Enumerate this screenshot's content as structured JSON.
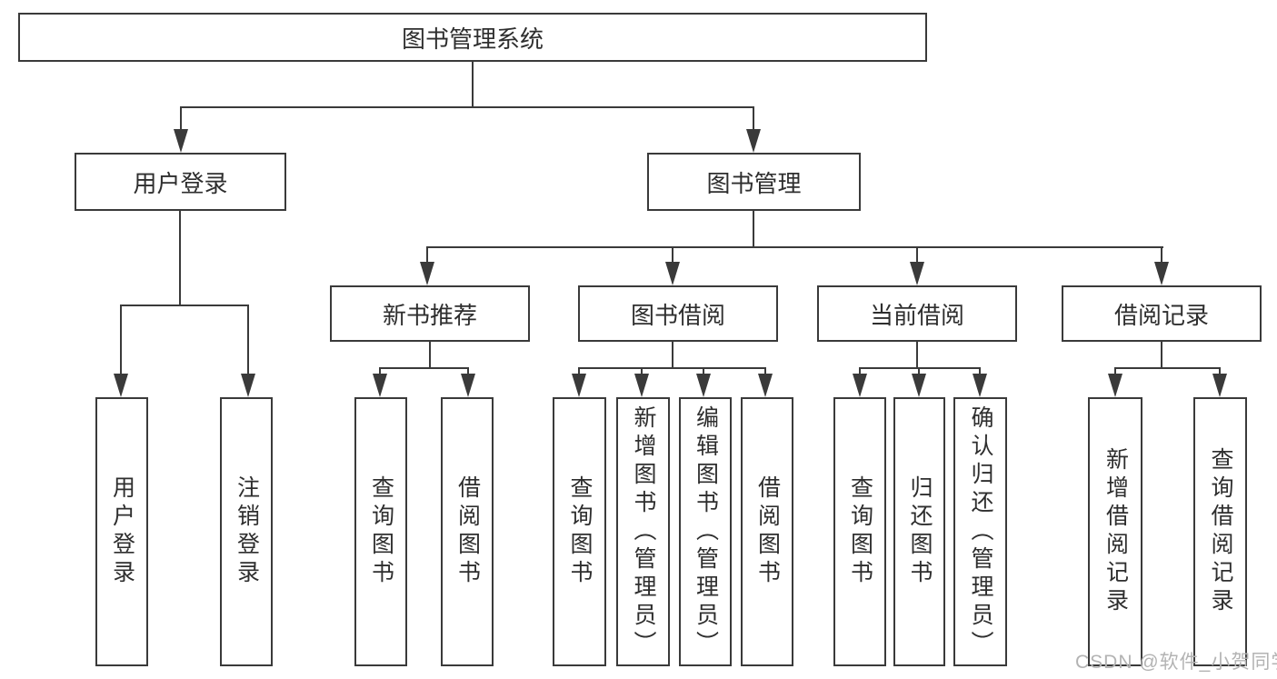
{
  "diagram_title": "图书管理系统",
  "tree": {
    "label": "图书管理系统",
    "children": [
      {
        "label": "用户登录",
        "children": [
          {
            "label": "用户登录"
          },
          {
            "label": "注销登录"
          }
        ]
      },
      {
        "label": "图书管理",
        "children": [
          {
            "label": "新书推荐",
            "children": [
              {
                "label": "查询图书"
              },
              {
                "label": "借阅图书"
              }
            ]
          },
          {
            "label": "图书借阅",
            "children": [
              {
                "label": "查询图书"
              },
              {
                "label": "新增图书（管理员）"
              },
              {
                "label": "编辑图书（管理员）"
              },
              {
                "label": "借阅图书"
              }
            ]
          },
          {
            "label": "当前借阅",
            "children": [
              {
                "label": "查询图书"
              },
              {
                "label": "归还图书"
              },
              {
                "label": "确认归还（管理员）"
              }
            ]
          },
          {
            "label": "借阅记录",
            "children": [
              {
                "label": "新增借阅记录"
              },
              {
                "label": "查询借阅记录"
              }
            ]
          }
        ]
      }
    ]
  },
  "watermark": {
    "text": "CSDN @软件_小贺同学"
  },
  "colors": {
    "line": "#3a3a3a",
    "text": "#2e2e2e",
    "box_background": "#ffffff",
    "page_background": "#ffffff",
    "watermark": "#b3b3b3"
  }
}
